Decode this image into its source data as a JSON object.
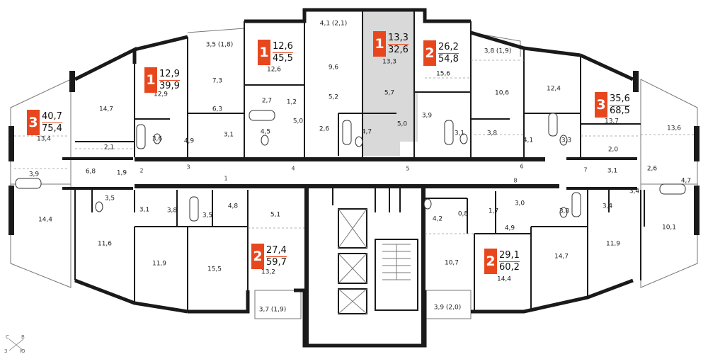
{
  "apartments": [
    {
      "rooms": "3",
      "living": "40,7",
      "total": "75,4"
    },
    {
      "rooms": "1",
      "living": "12,9",
      "total": "39,9"
    },
    {
      "rooms": "1",
      "living": "12,6",
      "total": "45,5"
    },
    {
      "rooms": "1",
      "living": "13,3",
      "total": "32,6"
    },
    {
      "rooms": "2",
      "living": "26,2",
      "total": "54,8"
    },
    {
      "rooms": "3",
      "living": "35,6",
      "total": "68,5"
    },
    {
      "rooms": "2",
      "living": "27,4",
      "total": "59,7"
    },
    {
      "rooms": "2",
      "living": "29,1",
      "total": "60,2"
    }
  ],
  "rooms": [
    "14,7",
    "13,4",
    "3,9",
    "2,1",
    "6,8",
    "1,9",
    "14,4",
    "3,5",
    "3,1",
    "11,6",
    "12,9",
    "3,6",
    "4,9",
    "3,5 (1,8)",
    "7,3",
    "6,3",
    "3,1",
    "12,6",
    "2,7",
    "1,2",
    "4,5",
    "5,0",
    "4,1 (2,1)",
    "9,6",
    "5,2",
    "2,6",
    "4,7",
    "13,3",
    "5,7",
    "3,9",
    "5,0",
    "15,6",
    "3,8 (1,9)",
    "10,6",
    "3,1",
    "3,8",
    "12,4",
    "4,1",
    "3,3",
    "13,7",
    "2,0",
    "13,6",
    "3,1",
    "2,6",
    "4,7",
    "3,4",
    "3,4",
    "10,1",
    "3,8",
    "11,9",
    "14,7",
    "0,8",
    "1,7",
    "3,0",
    "4,2",
    "4,9",
    "10,7",
    "14,4",
    "3,9 (2,0)",
    "3,8",
    "3,5",
    "4,8",
    "5,1",
    "11,9",
    "15,5",
    "13,2",
    "3,7 (1,9)"
  ],
  "doors": [
    "1",
    "2",
    "3",
    "4",
    "5",
    "6",
    "7",
    "8"
  ],
  "compass": {
    "north": "С",
    "east": "В",
    "west": "З",
    "south": "Ю"
  },
  "colors": {
    "badge": "#e8471e",
    "selected": "#d9d9d9"
  }
}
